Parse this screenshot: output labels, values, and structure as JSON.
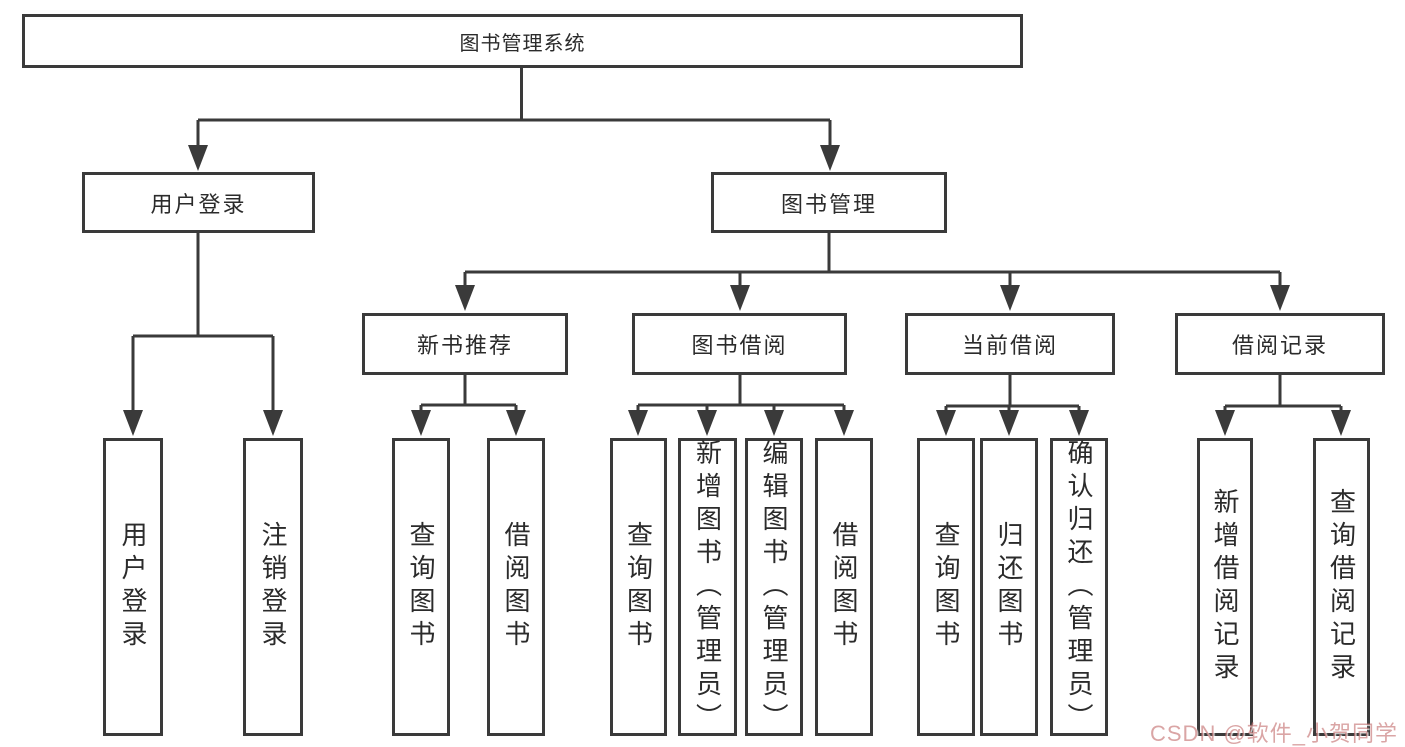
{
  "diagram": {
    "root": {
      "label": "图书管理系统"
    },
    "branches": [
      {
        "label": "用户登录",
        "children": [
          {
            "label": "用户登录"
          },
          {
            "label": "注销登录"
          }
        ]
      },
      {
        "label": "图书管理",
        "children": [
          {
            "label": "新书推荐",
            "children": [
              {
                "label": "查询图书"
              },
              {
                "label": "借阅图书"
              }
            ]
          },
          {
            "label": "图书借阅",
            "children": [
              {
                "label": "查询图书"
              },
              {
                "label": "新增图书（管理员）"
              },
              {
                "label": "编辑图书（管理员）"
              },
              {
                "label": "借阅图书"
              }
            ]
          },
          {
            "label": "当前借阅",
            "children": [
              {
                "label": "查询图书"
              },
              {
                "label": "归还图书"
              },
              {
                "label": "确认归还（管理员）"
              }
            ]
          },
          {
            "label": "借阅记录",
            "children": [
              {
                "label": "新增借阅记录"
              },
              {
                "label": "查询借阅记录"
              }
            ]
          }
        ]
      }
    ],
    "colors": {
      "line": "#3a3a3a",
      "box_border": "#3a3a3a",
      "text": "#2b2b2b",
      "watermark": "#c46e6e"
    }
  },
  "watermark": {
    "text": "CSDN @软件_小贺同学"
  }
}
